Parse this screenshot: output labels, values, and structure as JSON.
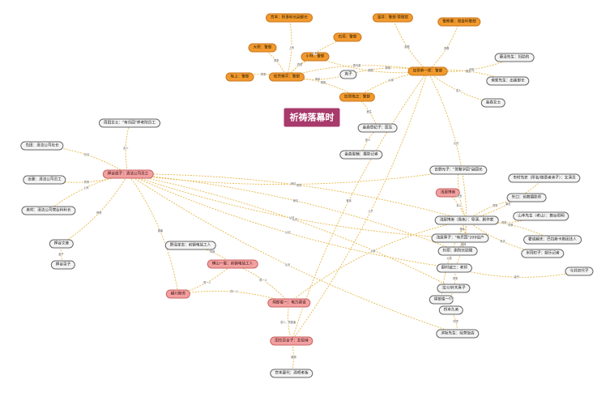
{
  "diagram": {
    "title": "祈祷落幕时",
    "nodes": [
      {
        "id": "title",
        "label": "祈祷落幕时",
        "style": "title"
      },
      {
        "id": "n_fukanbuchou",
        "label": "宫本：刑事科长副部长",
        "style": "orange"
      },
      {
        "id": "n_kanzaki",
        "label": "富井：警部·管理官",
        "style": "orange"
      },
      {
        "id": "n_kanrikan",
        "label": "警察署：搜查科警部",
        "style": "orange"
      },
      {
        "id": "n_ishigaki",
        "label": "石垣：警部",
        "style": "orange"
      },
      {
        "id": "n_daifu",
        "label": "大桥：警部",
        "style": "orange"
      },
      {
        "id": "n_komiya",
        "label": "小林：警部",
        "style": "orange"
      },
      {
        "id": "n_sakagami",
        "label": "坂上：警部",
        "style": "orange"
      },
      {
        "id": "n_matsumiya",
        "label": "松宫脩平：警部",
        "style": "orange"
      },
      {
        "id": "n_kaga",
        "label": "加贺恭一郎：警部",
        "style": "orange"
      },
      {
        "id": "n_kagatakamasa",
        "label": "加贺隆正：警部",
        "style": "orange"
      },
      {
        "id": "n_katsuko",
        "label": "克子",
        "style": "white"
      },
      {
        "id": "n_asaka",
        "label": "藤泽先生：妇助的",
        "style": "white"
      },
      {
        "id": "n_yoshio",
        "label": "佛家先生：出版部长",
        "style": "white"
      },
      {
        "id": "n_kanemori",
        "label": "金森女士",
        "style": "white"
      },
      {
        "id": "n_kanemoriT",
        "label": "金森登纪子：医生",
        "style": "white"
      },
      {
        "id": "n_kanemoriK",
        "label": "金森俊輔：摄影记者",
        "style": "white"
      },
      {
        "id": "n_oshitani",
        "label": "押谷道子：清洁公司员工",
        "style": "pink"
      },
      {
        "id": "n_yasuko",
        "label": "周田女士：\"有乐园\"养老院员工",
        "style": "white"
      },
      {
        "id": "n_shimada",
        "label": "岛田：清洁公司社长",
        "style": "white"
      },
      {
        "id": "n_kondou",
        "label": "近藤：清洁公司员工",
        "style": "white"
      },
      {
        "id": "n_okumura",
        "label": "奥村：清洁公司营业科科长",
        "style": "white"
      },
      {
        "id": "n_oshitaniF",
        "label": "押谷文彦",
        "style": "white"
      },
      {
        "id": "n_oshitaniN",
        "label": "押谷菜子",
        "style": "white"
      },
      {
        "id": "n_yoshino",
        "label": "吉野元子：\"贺聚学园\"副园长",
        "style": "white"
      },
      {
        "id": "n_hiromi",
        "label": "浅居博美",
        "style": "pink"
      },
      {
        "id": "n_hiromiF",
        "label": "浅居博美（角色）：导演、剧作家",
        "style": "white"
      },
      {
        "id": "n_atsuko",
        "label": "浅居厚子：\"有乐园\"209住户",
        "style": "white"
      },
      {
        "id": "n_sugino",
        "label": "杉原：剧院长助理",
        "style": "white"
      },
      {
        "id": "n_nukada",
        "label": "额村诚三：老师",
        "style": "white"
      },
      {
        "id": "n_watabe",
        "label": "绵部俊一",
        "style": "white"
      },
      {
        "id": "n_kitayama",
        "label": "北川/铃木真子",
        "style": "white"
      },
      {
        "id": "n_kushiro",
        "label": "桥本久美",
        "style": "white"
      },
      {
        "id": "n_hamamatsu",
        "label": "滨坂先生：经营饭店",
        "style": "white"
      },
      {
        "id": "n_murakami",
        "label": "市村笃史（所名/随意者美子）：女演员",
        "style": "white"
      },
      {
        "id": "n_tamaki",
        "label": "矢口：前舞摄影师",
        "style": "white"
      },
      {
        "id": "n_yamamoto",
        "label": "山本先生（老山）：舞台照明",
        "style": "white"
      },
      {
        "id": "n_miyamoto",
        "label": "霍诺越夫：巴拉斯卡剧团法人",
        "style": "white"
      },
      {
        "id": "n_yonezawa",
        "label": "米冈町子：娱乐记者",
        "style": "white"
      },
      {
        "id": "n_kinoshita",
        "label": "今井初代子",
        "style": "white"
      },
      {
        "id": "n_nagai",
        "label": "野泽定吉：前钢电站工人",
        "style": "white"
      },
      {
        "id": "n_yokoyama",
        "label": "横山一俊：前钢电站工人",
        "style": "pink"
      },
      {
        "id": "n_koshikawa",
        "label": "越川睦夫",
        "style": "pink"
      },
      {
        "id": "n_wataru",
        "label": "绵部俊一：电力建设",
        "style": "pink"
      },
      {
        "id": "n_taeko",
        "label": "田岛百合子：女招待",
        "style": "pink"
      },
      {
        "id": "n_miyamotoK",
        "label": "宫本康代：酒吧老板",
        "style": "white"
      }
    ],
    "edges": [
      {
        "from": "n_kaga",
        "to": "n_kanzaki",
        "label": "部属"
      },
      {
        "from": "n_kaga",
        "to": "n_kanrikan",
        "label": "同僚"
      },
      {
        "from": "n_matsumiya",
        "to": "n_ishigaki",
        "label": "上司"
      },
      {
        "from": "n_matsumiya",
        "to": "n_daifu",
        "label": "同事"
      },
      {
        "from": "n_matsumiya",
        "to": "n_komiya",
        "label": "同事"
      },
      {
        "from": "n_matsumiya",
        "to": "n_sakagami",
        "label": "同事"
      },
      {
        "from": "n_matsumiya",
        "to": "n_kaga",
        "label": "表兄弟"
      },
      {
        "from": "n_komiya",
        "to": "n_kaga",
        "label": "部属"
      },
      {
        "from": "n_fukanbuchou",
        "to": "n_matsumiya",
        "label": "上司"
      },
      {
        "from": "n_matsumiya",
        "to": "n_katsuko",
        "label": "母亲"
      },
      {
        "from": "n_katsuko",
        "to": "n_kaga",
        "label": "舅母"
      },
      {
        "from": "n_kaga",
        "to": "n_kagatakamasa",
        "label": "父亲"
      },
      {
        "from": "n_matsumiya",
        "to": "n_kagatakamasa",
        "label": "舅舅"
      },
      {
        "from": "n_kaga",
        "to": "n_asaka",
        "label": "朋友"
      },
      {
        "from": "n_kaga",
        "to": "n_yoshio",
        "label": "朋友"
      },
      {
        "from": "n_kaga",
        "to": "n_kanemori",
        "label": "恋人"
      },
      {
        "from": "n_kagatakamasa",
        "to": "n_kanemoriT",
        "label": "医生"
      },
      {
        "from": "n_kanemoriT",
        "to": "n_kanemoriK",
        "label": "家人"
      },
      {
        "from": "n_kaga",
        "to": "n_hiromiF",
        "label": "认识"
      },
      {
        "from": "n_kaga",
        "to": "n_taeko",
        "label": "母亲"
      },
      {
        "from": "n_oshitani",
        "to": "n_yasuko",
        "label": "友人"
      },
      {
        "from": "n_oshitani",
        "to": "n_shimada",
        "label": "社长"
      },
      {
        "from": "n_oshitani",
        "to": "n_kondou",
        "label": "同事"
      },
      {
        "from": "n_oshitani",
        "to": "n_okumura",
        "label": "上司"
      },
      {
        "from": "n_oshitani",
        "to": "n_oshitaniF",
        "label": "哥哥"
      },
      {
        "from": "n_oshitaniF",
        "to": "n_oshitaniN",
        "label": "妻子"
      },
      {
        "from": "n_oshitani",
        "to": "n_hiromiF",
        "label": "同学"
      },
      {
        "from": "n_oshitani",
        "to": "n_yoshino",
        "label": "拜访"
      },
      {
        "from": "n_oshitani",
        "to": "n_koshikawa",
        "label": "被害"
      },
      {
        "from": "n_oshitani",
        "to": "n_atsuko",
        "label": "认识"
      },
      {
        "from": "n_oshitani",
        "to": "n_sugino",
        "label": "拜访"
      },
      {
        "from": "n_oshitani",
        "to": "n_nukada",
        "label": "认识"
      },
      {
        "from": "n_oshitani",
        "to": "n_kitayama",
        "label": "认识"
      },
      {
        "from": "n_oshitani",
        "to": "n_hamamatsu",
        "label": "认识"
      },
      {
        "from": "n_hiromi",
        "to": "n_hiromiF",
        "label": "本人"
      },
      {
        "from": "n_hiromiF",
        "to": "n_atsuko",
        "label": "母亲"
      },
      {
        "from": "n_hiromiF",
        "to": "n_sugino",
        "label": "助理"
      },
      {
        "from": "n_hiromiF",
        "to": "n_murakami",
        "label": "演员"
      },
      {
        "from": "n_hiromiF",
        "to": "n_tamaki",
        "label": "同事"
      },
      {
        "from": "n_hiromiF",
        "to": "n_yamamoto",
        "label": "同事"
      },
      {
        "from": "n_hiromiF",
        "to": "n_miyamoto",
        "label": "同事"
      },
      {
        "from": "n_hiromiF",
        "to": "n_yonezawa",
        "label": "采访"
      },
      {
        "from": "n_hiromiF",
        "to": "n_nukada",
        "label": "老师"
      },
      {
        "from": "n_hiromiF",
        "to": "n_watabe",
        "label": "父亲"
      },
      {
        "from": "n_hiromiF",
        "to": "n_yoshino",
        "label": "院长"
      },
      {
        "from": "n_nukada",
        "to": "n_kinoshita",
        "label": "妻子"
      },
      {
        "from": "n_nukada",
        "to": "n_kitayama",
        "label": "同事"
      },
      {
        "from": "n_kitayama",
        "to": "n_kushiro",
        "label": "同学"
      },
      {
        "from": "n_kushiro",
        "to": "n_hamamatsu",
        "label": "同学"
      },
      {
        "from": "n_yokoyama",
        "to": "n_nagai",
        "label": "同事"
      },
      {
        "from": "n_yokoyama",
        "to": "n_wataru",
        "label": "同一人"
      },
      {
        "from": "n_koshikawa",
        "to": "n_yokoyama",
        "label": "同一人"
      },
      {
        "from": "n_koshikawa",
        "to": "n_wataru",
        "label": "同一人"
      },
      {
        "from": "n_wataru",
        "to": "n_taeko",
        "label": "恋人、同居者"
      },
      {
        "from": "n_taeko",
        "to": "n_miyamotoK",
        "label": "雇佣"
      },
      {
        "from": "n_taeko",
        "to": "n_kaga",
        "label": "儿子"
      },
      {
        "from": "n_wataru",
        "to": "n_hiromiF",
        "label": "父亲"
      }
    ]
  }
}
